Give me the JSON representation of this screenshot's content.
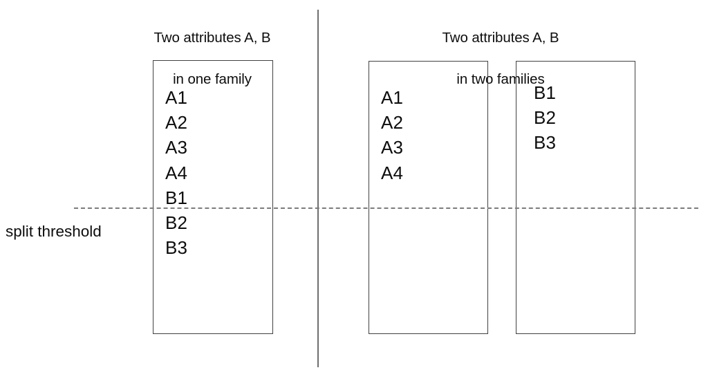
{
  "figure": {
    "background_color": "#ffffff",
    "stroke_color": "#404040",
    "divider_color": "#6e6e6e",
    "dashed_line_color": "#7b7b7b",
    "text_color": "#0d0d0d"
  },
  "panels": [
    {
      "title_line1": "Two attributes A, B",
      "title_line2": "in one family",
      "boxes": [
        {
          "items": [
            "A1",
            "A2",
            "A3",
            "A4",
            "B1",
            "B2",
            "B3"
          ]
        }
      ]
    },
    {
      "title_line1": "Two attributes A, B",
      "title_line2": "in two families",
      "boxes": [
        {
          "items": [
            "A1",
            "A2",
            "A3",
            "A4"
          ]
        },
        {
          "items": [
            "B1",
            "B2",
            "B3"
          ]
        }
      ]
    }
  ],
  "annotations": {
    "split_threshold_label": "split threshold"
  }
}
